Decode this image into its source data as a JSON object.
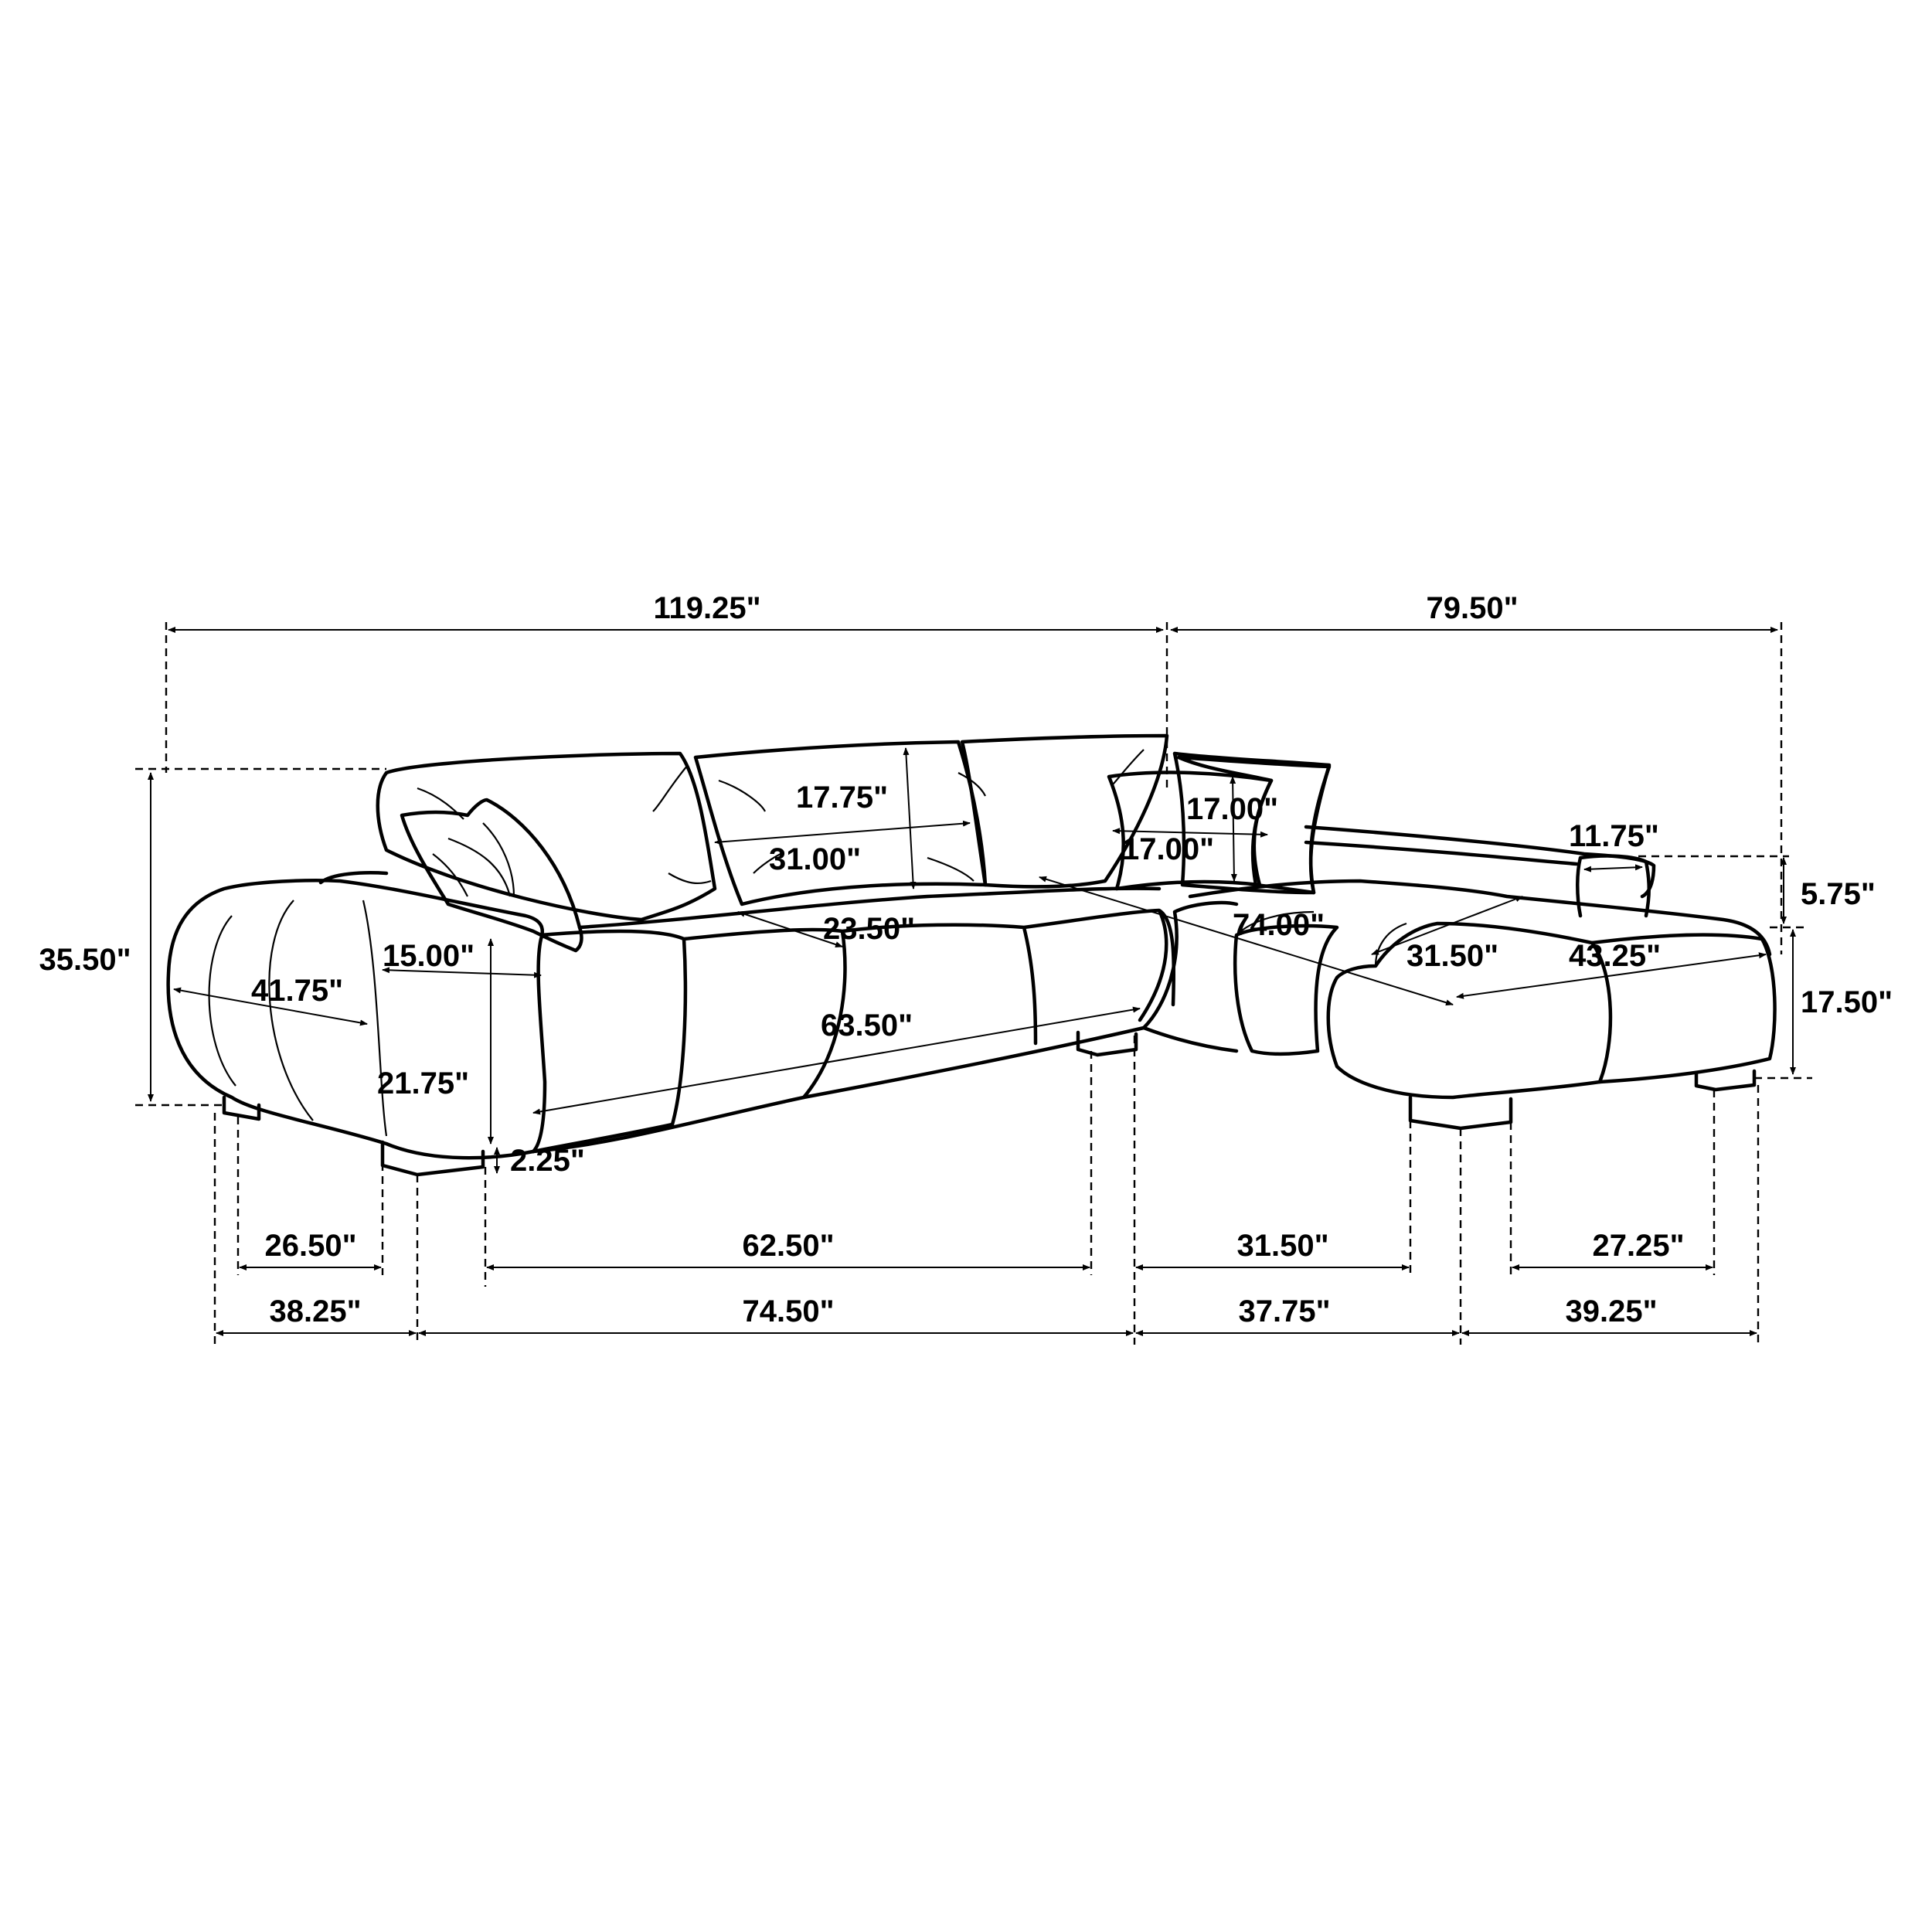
{
  "dimensions": {
    "total_width": "119.25\"",
    "chaise_width": "79.50\"",
    "overall_height": "35.50\"",
    "seat_depth": "41.75\"",
    "arm_width": "15.00\"",
    "arm_height": "21.75\"",
    "leg_height": "2.25\"",
    "back_cushion_height": "17.75\"",
    "back_cushion_width": "31.00\"",
    "seat_cushion_depth": "23.50\"",
    "seat_width": "63.50\"",
    "pillow_height": "17.00\"",
    "pillow_width": "17.00\"",
    "chaise_length": "74.00\"",
    "chaise_seat_width": "31.50\"",
    "chaise_seat_length": "43.25\"",
    "back_arm_width": "11.75\"",
    "back_arm_height": "5.75\"",
    "seat_height": "17.50\"",
    "leg_span_left": "26.50\"",
    "leg_span_middle": "62.50\"",
    "leg_span_chaise": "31.50\"",
    "leg_span_right": "27.25\"",
    "base_left": "38.25\"",
    "base_middle": "74.50\"",
    "base_chaise": "37.75\"",
    "base_right": "39.25\""
  },
  "colors": {
    "ink": "#000000",
    "paper": "#ffffff"
  },
  "icons": [
    "arrowhead-icon"
  ]
}
